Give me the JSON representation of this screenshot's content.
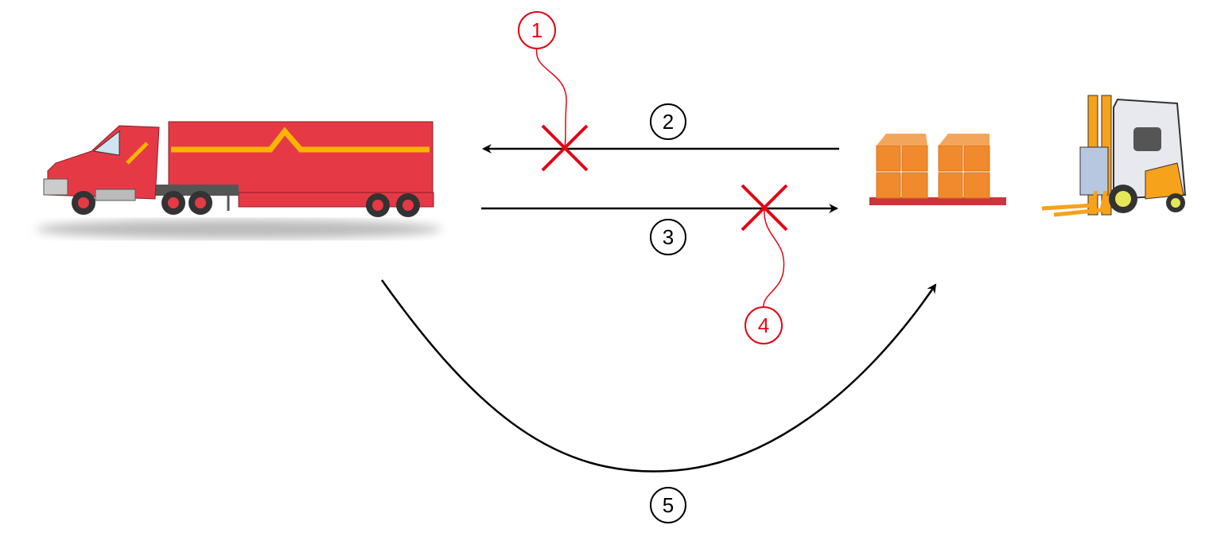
{
  "diagram": {
    "markers": [
      {
        "label": "1",
        "color": "#e30613"
      },
      {
        "label": "2",
        "color": "#000000"
      },
      {
        "label": "3",
        "color": "#000000"
      },
      {
        "label": "4",
        "color": "#e30613"
      },
      {
        "label": "5",
        "color": "#000000"
      }
    ],
    "nodes": {
      "truck": "truck-icon",
      "pallets": "pallet-boxes-icon",
      "forklift": "forklift-icon"
    },
    "colors": {
      "truck": "#e63946",
      "stripe": "#f7b500",
      "box": "#f08a2c",
      "pallet": "#c9353a",
      "cross": "#e30613"
    }
  }
}
